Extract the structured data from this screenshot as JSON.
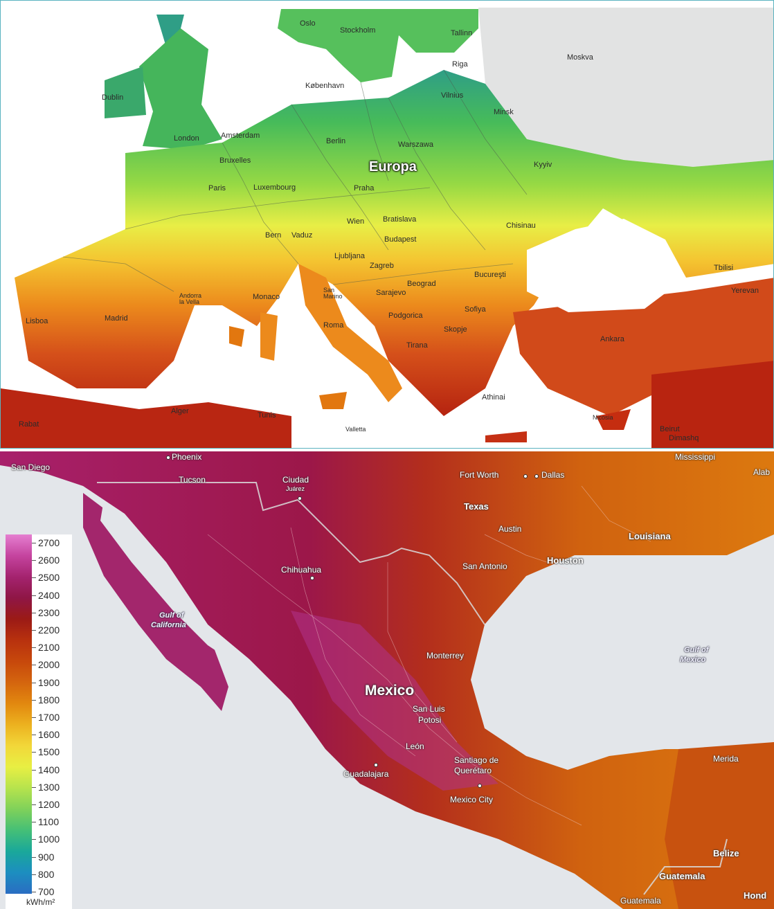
{
  "europe": {
    "title": "Europa",
    "places": [
      "Oslo",
      "Stockholm",
      "Tallinn",
      "Moskva",
      "Riga",
      "København",
      "Dublin",
      "Vilnius",
      "Minsk",
      "London",
      "Amsterdam",
      "Berlin",
      "Warszawa",
      "Bruxelles",
      "Kyyiv",
      "Paris",
      "Luxembourg",
      "Praha",
      "Wien",
      "Bratislava",
      "Chisinau",
      "Bern",
      "Vaduz",
      "Budapest",
      "Ljubljana",
      "Zagreb",
      "Tbilisi",
      "Bucureşti",
      "Yerevan",
      "Andorra la Vella",
      "Monaco",
      "San Marino",
      "Beograd",
      "Sarajevo",
      "Lisboa",
      "Madrid",
      "Sofiya",
      "Podgorica",
      "Roma",
      "Skopje",
      "Ankara",
      "Tirana",
      "Alger",
      "Athinai",
      "Rabat",
      "Tunis",
      "Valletta",
      "Nicosia",
      "Beirut",
      "Dimashq"
    ]
  },
  "mexico": {
    "title": "Mexico",
    "places": [
      "Phoenix",
      "Mississippi",
      "San Diego",
      "Tucson",
      "Ciudad",
      "Juárez",
      "Fort Worth",
      "Dallas",
      "Alab",
      "Texas",
      "Austin",
      "Louisiana",
      "Chihuahua",
      "San Antonio",
      "Houston",
      "Gulf of",
      "California",
      "Gulf of",
      "Mexico",
      "Monterrey",
      "San Luis",
      "Potosi",
      "León",
      "Merida",
      "Santiago de",
      "Querétaro",
      "Guadalajara",
      "Mexico City",
      "Belize",
      "Guatemala",
      "Guatemala",
      "Hond"
    ]
  },
  "legend": {
    "ticks": [
      "2700",
      "2600",
      "2500",
      "2400",
      "2300",
      "2200",
      "2100",
      "2000",
      "1900",
      "1800",
      "1700",
      "1600",
      "1500",
      "1400",
      "1300",
      "1200",
      "1100",
      "1000",
      "900",
      "800",
      "700"
    ],
    "unit": "kWh/m²",
    "colors": [
      "#e57fd0",
      "#c5449f",
      "#a4236f",
      "#8f1646",
      "#9b1a16",
      "#b8310e",
      "#c7480c",
      "#d4650e",
      "#e2880f",
      "#ecb11f",
      "#f2d739",
      "#e8ef43",
      "#b6e34d",
      "#7fd15a",
      "#44bf77",
      "#1aa89a",
      "#1c8ec0",
      "#2a6dc2"
    ]
  }
}
